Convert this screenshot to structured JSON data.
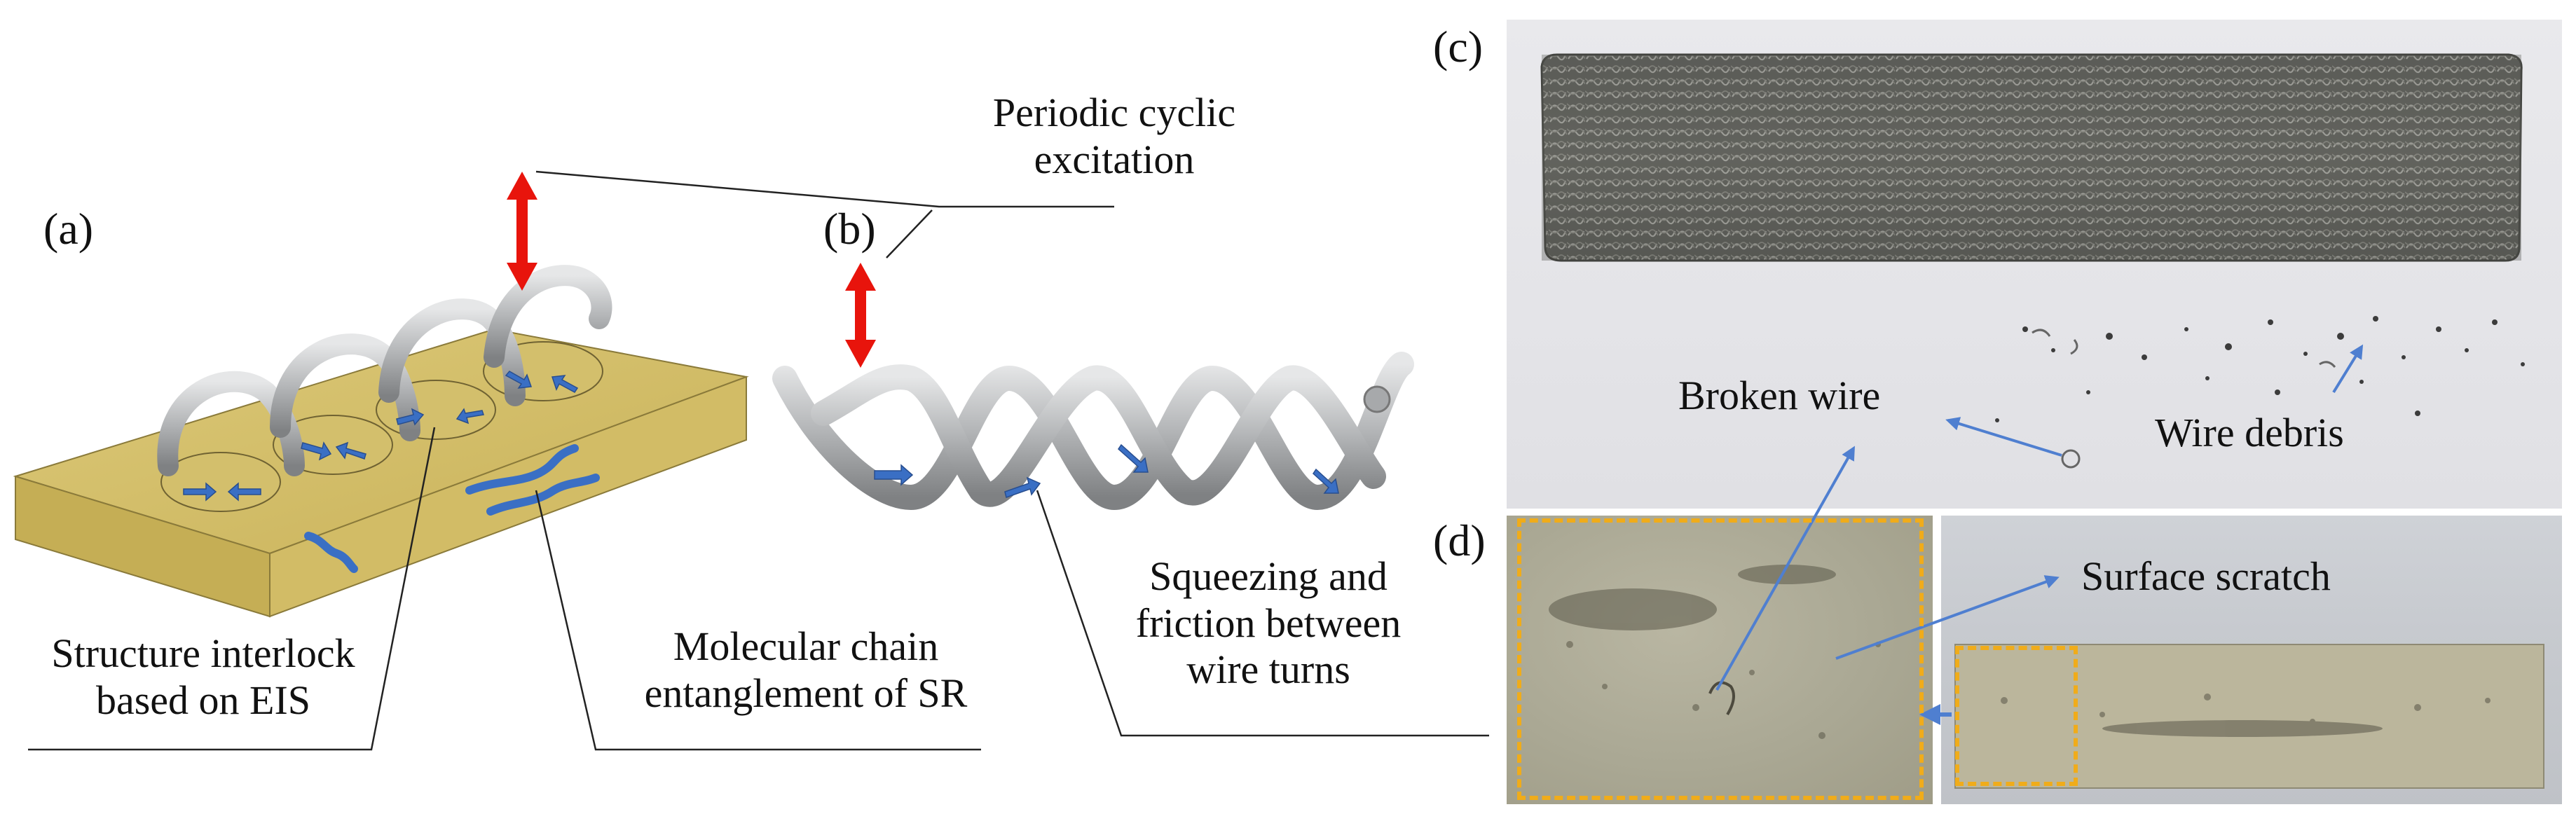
{
  "panels": {
    "a": "(a)",
    "b": "(b)",
    "c": "(c)",
    "d": "(d)"
  },
  "labels": {
    "excitation_line1": "Periodic cyclic",
    "excitation_line2": "excitation",
    "interlock_line1": "Structure interlock",
    "interlock_line2": "based on EIS",
    "molecular_line1": "Molecular chain",
    "molecular_line2": "entanglement of SR",
    "squeezing_line1": "Squeezing and",
    "squeezing_line2": "friction between",
    "squeezing_line3": "wire turns",
    "broken_wire": "Broken wire",
    "wire_debris": "Wire debris",
    "surface_scratch": "Surface scratch"
  },
  "colors": {
    "excitation_arrow": "#e8140c",
    "small_arrows": "#3a6fc4",
    "matrix_block": "#cdb761",
    "wire": "#b4b6b8",
    "dashed_box": "#f0ac1a",
    "pointer_arrow": "#4f7fd0"
  }
}
